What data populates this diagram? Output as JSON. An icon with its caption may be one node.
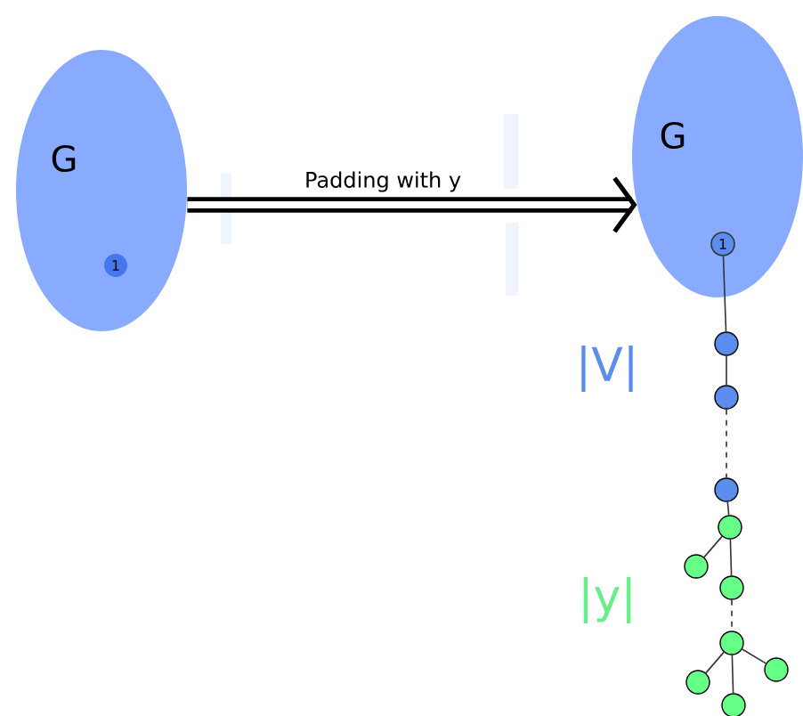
{
  "diagram": {
    "nodes": [
      {
        "text": [
          "G"
        ]
      },
      {
        "text": [
          "1"
        ],
        "in": 0
      },
      {
        "text": [
          "G"
        ]
      },
      {
        "text": [
          "1"
        ],
        "in": 2
      },
      {
        "text": [],
        "shape": "circle"
      },
      {
        "text": [],
        "shape": "circle"
      },
      {
        "text": [],
        "shape": "circle"
      },
      {
        "text": [],
        "shape": "circle"
      },
      {
        "text": [],
        "shape": "circle"
      },
      {
        "text": [],
        "shape": "circle"
      },
      {
        "text": [],
        "shape": "circle"
      },
      {
        "text": [],
        "shape": "circle"
      },
      {
        "text": [],
        "shape": "circle"
      },
      {
        "text": [],
        "shape": "circle"
      }
    ],
    "edges": [
      {
        "from": 0,
        "to": 2,
        "arrow": "to",
        "label": "Padding with y",
        "style": "thick",
        "color": "#000000"
      },
      {
        "from": 3,
        "to": 4,
        "arrow": "none"
      },
      {
        "from": 4,
        "to": 5,
        "arrow": "none"
      },
      {
        "from": 5,
        "to": 6,
        "arrow": "none",
        "style": "dashed"
      },
      {
        "from": 6,
        "to": 7,
        "arrow": "none"
      },
      {
        "from": 7,
        "to": 8,
        "arrow": "none"
      },
      {
        "from": 7,
        "to": 9,
        "arrow": "none"
      },
      {
        "from": 9,
        "to": 10,
        "arrow": "none",
        "style": "dashed"
      },
      {
        "from": 10,
        "to": 11,
        "arrow": "none"
      },
      {
        "from": 10,
        "to": 12,
        "arrow": "none"
      },
      {
        "from": 10,
        "to": 13,
        "arrow": "none"
      }
    ],
    "labels": [
      "|V|",
      "|y|"
    ]
  }
}
